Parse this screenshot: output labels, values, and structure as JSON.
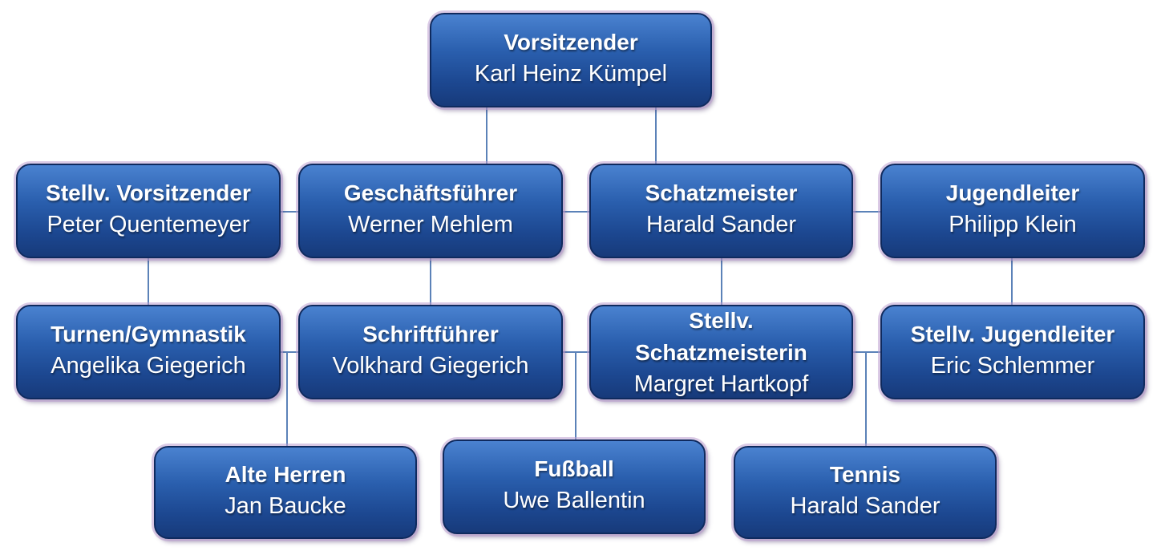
{
  "chair": {
    "title": "Vorsitzender",
    "name": "Karl Heinz Kümpel"
  },
  "row1": [
    {
      "title": "Stellv. Vorsitzender",
      "name": "Peter Quentemeyer"
    },
    {
      "title": "Geschäftsführer",
      "name": "Werner Mehlem"
    },
    {
      "title": "Schatzmeister",
      "name": "Harald Sander"
    },
    {
      "title": "Jugendleiter",
      "name": "Philipp Klein"
    }
  ],
  "row2": [
    {
      "title": "Turnen/Gymnastik",
      "name": "Angelika Giegerich"
    },
    {
      "title": "Schriftführer",
      "name": "Volkhard Giegerich"
    },
    {
      "title": "Stellv.",
      "title2": "Schatzmeisterin",
      "name": "Margret Hartkopf"
    },
    {
      "title": "Stellv. Jugendleiter",
      "name": "Eric Schlemmer"
    }
  ],
  "row3": [
    {
      "title": "Alte Herren",
      "name": "Jan Baucke"
    },
    {
      "title": "Fußball",
      "name": "Uwe Ballentin"
    },
    {
      "title": "Tennis",
      "name": "Harald Sander"
    }
  ]
}
